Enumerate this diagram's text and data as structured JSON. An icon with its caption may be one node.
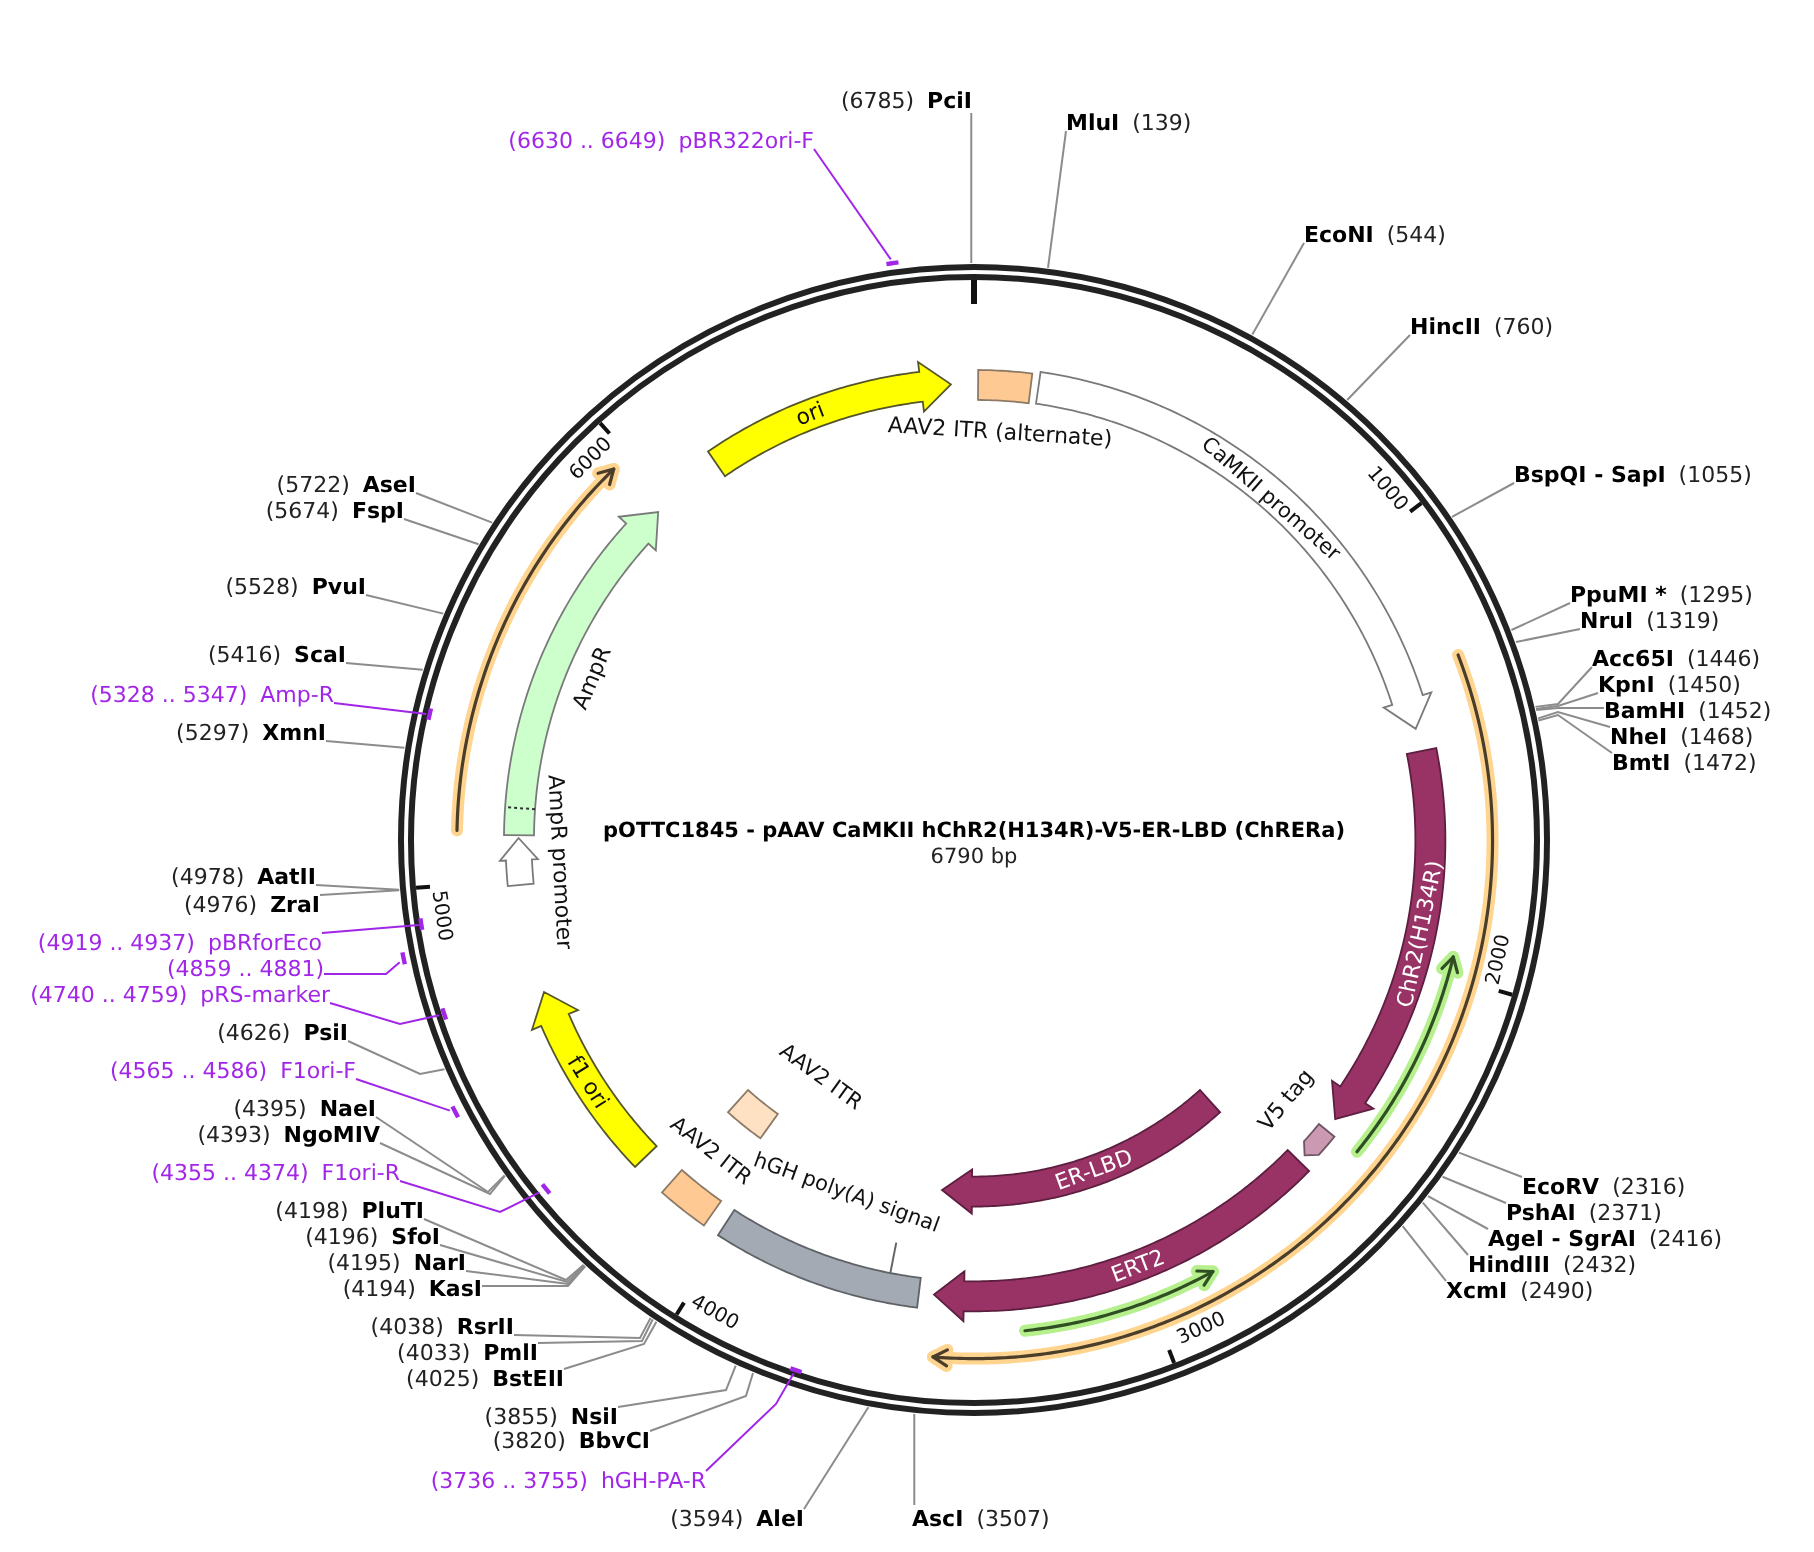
{
  "diagram": {
    "title": "pOTTC1845 - pAAV CaMKII hChR2(H134R)-V5-ER-LBD (ChRERa)",
    "nodes": [
      {
        "text": [
          "AAV2 ITR (alternate)"
        ]
      },
      {
        "text": [
          "CaMKII promoter"
        ]
      },
      {
        "text": [
          "ChR2(H134R)"
        ]
      },
      {
        "text": [
          "V5 tag"
        ]
      },
      {
        "text": [
          "ERT2"
        ]
      },
      {
        "text": [
          "ER-LBD"
        ]
      },
      {
        "text": [
          "hGH poly(A) signal"
        ]
      },
      {
        "text": [
          "AAV2 ITR"
        ]
      },
      {
        "text": [
          "AAV2 ITR"
        ]
      },
      {
        "text": [
          "f1 ori"
        ]
      },
      {
        "text": [
          "AmpR promoter"
        ]
      },
      {
        "text": [
          "AmpR"
        ]
      },
      {
        "text": [
          "ori"
        ]
      },
      {
        "text": [
          "MluI",
          "(139)"
        ]
      },
      {
        "text": [
          "EcoNI",
          "(544)"
        ]
      },
      {
        "text": [
          "HincII",
          "(760)"
        ]
      },
      {
        "text": [
          "BspQI - SapI",
          "(1055)"
        ]
      },
      {
        "text": [
          "PpuMI *",
          "(1295)"
        ]
      },
      {
        "text": [
          "NruI",
          "(1319)"
        ]
      },
      {
        "text": [
          "Acc65I",
          "(1446)"
        ]
      },
      {
        "text": [
          "KpnI",
          "(1450)"
        ]
      },
      {
        "text": [
          "BamHI",
          "(1452)"
        ]
      },
      {
        "text": [
          "NheI",
          "(1468)"
        ]
      },
      {
        "text": [
          "BmtI",
          "(1472)"
        ]
      },
      {
        "text": [
          "EcoRV",
          "(2316)"
        ]
      },
      {
        "text": [
          "PshAI",
          "(2371)"
        ]
      },
      {
        "text": [
          "AgeI - SgrAI",
          "(2416)"
        ]
      },
      {
        "text": [
          "HindIII",
          "(2432)"
        ]
      },
      {
        "text": [
          "XcmI",
          "(2490)"
        ]
      },
      {
        "text": [
          "AscI",
          "(3507)"
        ]
      },
      {
        "text": [
          "(3594)",
          "AleI"
        ]
      },
      {
        "text": [
          "(3736 .. 3755)",
          "hGH-PA-R"
        ]
      },
      {
        "text": [],
        "shape": "bar"
      },
      {
        "text": [
          "(3820)",
          "BbvCI"
        ]
      },
      {
        "text": [
          "(3855)",
          "NsiI"
        ]
      },
      {
        "text": [
          "(4025)",
          "BstEII"
        ]
      },
      {
        "text": [
          "(4033)",
          "PmlI"
        ]
      },
      {
        "text": [
          "(4038)",
          "RsrII"
        ]
      },
      {
        "text": [
          "(4194)",
          "KasI"
        ]
      },
      {
        "text": [
          "(4195)",
          "NarI"
        ]
      },
      {
        "text": [
          "(4196)",
          "SfoI"
        ]
      },
      {
        "text": [
          "(4198)",
          "PluTI"
        ]
      },
      {
        "text": [
          "(4355 .. 4374)",
          "F1ori-R"
        ]
      },
      {
        "text": [],
        "shape": "bar"
      },
      {
        "text": [
          "(4393)",
          "NgoMIV"
        ]
      },
      {
        "text": [
          "(4395)",
          "NaeI"
        ]
      },
      {
        "text": [
          "(4565 .. 4586)",
          "F1ori-F"
        ]
      },
      {
        "text": [],
        "shape": "bar"
      },
      {
        "text": [
          "(4626)",
          "PsiI"
        ]
      },
      {
        "text": [
          "(4740 .. 4759)",
          "pRS-marker"
        ]
      },
      {
        "text": [],
        "shape": "bar"
      },
      {
        "text": [
          "(4859 .. 4881)"
        ]
      },
      {
        "text": [],
        "shape": "bar"
      },
      {
        "text": [
          "(4919 .. 4937)",
          "pBRforEco"
        ]
      },
      {
        "text": [],
        "shape": "bar"
      },
      {
        "text": [
          "(4976)",
          "ZraI"
        ]
      },
      {
        "text": [
          "(4978)",
          "AatII"
        ]
      },
      {
        "text": [
          "(5297)",
          "XmnI"
        ]
      },
      {
        "text": [
          "(5328 .. 5347)",
          "Amp-R"
        ]
      },
      {
        "text": [],
        "shape": "bar"
      },
      {
        "text": [
          "(5416)",
          "ScaI"
        ]
      },
      {
        "text": [
          "(5528)",
          "PvuI"
        ]
      },
      {
        "text": [
          "(5674)",
          "FspI"
        ]
      },
      {
        "text": [
          "(5722)",
          "AseI"
        ]
      },
      {
        "text": [
          "(6630 .. 6649)",
          "pBR322ori-F"
        ]
      },
      {
        "text": [],
        "shape": "bar"
      },
      {
        "text": [
          "(6785)",
          "PciI"
        ]
      }
    ],
    "edges": [
      {
        "from": 13,
        "to": null,
        "arrow": "none"
      },
      {
        "from": 14,
        "to": null,
        "arrow": "none"
      },
      {
        "from": 15,
        "to": null,
        "arrow": "none"
      },
      {
        "from": 16,
        "to": null,
        "arrow": "none"
      },
      {
        "from": 17,
        "to": null,
        "arrow": "none"
      },
      {
        "from": 18,
        "to": null,
        "arrow": "none"
      },
      {
        "from": 19,
        "to": null,
        "arrow": "none"
      },
      {
        "from": 20,
        "to": null,
        "arrow": "none"
      },
      {
        "from": 21,
        "to": null,
        "arrow": "none"
      },
      {
        "from": 22,
        "to": null,
        "arrow": "none"
      },
      {
        "from": 23,
        "to": null,
        "arrow": "none"
      },
      {
        "from": 24,
        "to": null,
        "arrow": "none"
      },
      {
        "from": 25,
        "to": null,
        "arrow": "none"
      },
      {
        "from": 26,
        "to": null,
        "arrow": "none"
      },
      {
        "from": 27,
        "to": null,
        "arrow": "none"
      },
      {
        "from": 28,
        "to": null,
        "arrow": "none"
      },
      {
        "from": 29,
        "to": null,
        "arrow": "none"
      },
      {
        "from": 30,
        "to": null,
        "arrow": "none"
      },
      {
        "from": 31,
        "to": 32,
        "arrow": "none",
        "color": "#a126e8"
      },
      {
        "from": 33,
        "to": null,
        "arrow": "none"
      },
      {
        "from": 34,
        "to": null,
        "arrow": "none"
      },
      {
        "from": 35,
        "to": null,
        "arrow": "none"
      },
      {
        "from": 36,
        "to": null,
        "arrow": "none"
      },
      {
        "from": 37,
        "to": null,
        "arrow": "none"
      },
      {
        "from": 38,
        "to": null,
        "arrow": "none"
      },
      {
        "from": 39,
        "to": null,
        "arrow": "none"
      },
      {
        "from": 40,
        "to": null,
        "arrow": "none"
      },
      {
        "from": 41,
        "to": null,
        "arrow": "none"
      },
      {
        "from": 42,
        "to": 43,
        "arrow": "none",
        "color": "#a126e8"
      },
      {
        "from": 44,
        "to": null,
        "arrow": "none"
      },
      {
        "from": 45,
        "to": null,
        "arrow": "none"
      },
      {
        "from": 46,
        "to": 47,
        "arrow": "none",
        "color": "#a126e8"
      },
      {
        "from": 48,
        "to": null,
        "arrow": "none"
      },
      {
        "from": 49,
        "to": 50,
        "arrow": "none",
        "color": "#a126e8"
      },
      {
        "from": 51,
        "to": 52,
        "arrow": "none",
        "color": "#a126e8"
      },
      {
        "from": 53,
        "to": 54,
        "arrow": "none",
        "color": "#a126e8"
      },
      {
        "from": 55,
        "to": null,
        "arrow": "none"
      },
      {
        "from": 56,
        "to": null,
        "arrow": "none"
      },
      {
        "from": 57,
        "to": null,
        "arrow": "none"
      },
      {
        "from": 58,
        "to": 59,
        "arrow": "none",
        "color": "#a126e8"
      },
      {
        "from": 60,
        "to": null,
        "arrow": "none"
      },
      {
        "from": 61,
        "to": null,
        "arrow": "none"
      },
      {
        "from": 62,
        "to": null,
        "arrow": "none"
      },
      {
        "from": 63,
        "to": null,
        "arrow": "none"
      },
      {
        "from": 64,
        "to": 65,
        "arrow": "none",
        "color": "#a126e8"
      },
      {
        "from": 66,
        "to": null,
        "arrow": "none"
      }
    ],
    "labels": [
      "6790 bp",
      "1000",
      "2000",
      "3000",
      "4000",
      "5000",
      "6000"
    ]
  }
}
